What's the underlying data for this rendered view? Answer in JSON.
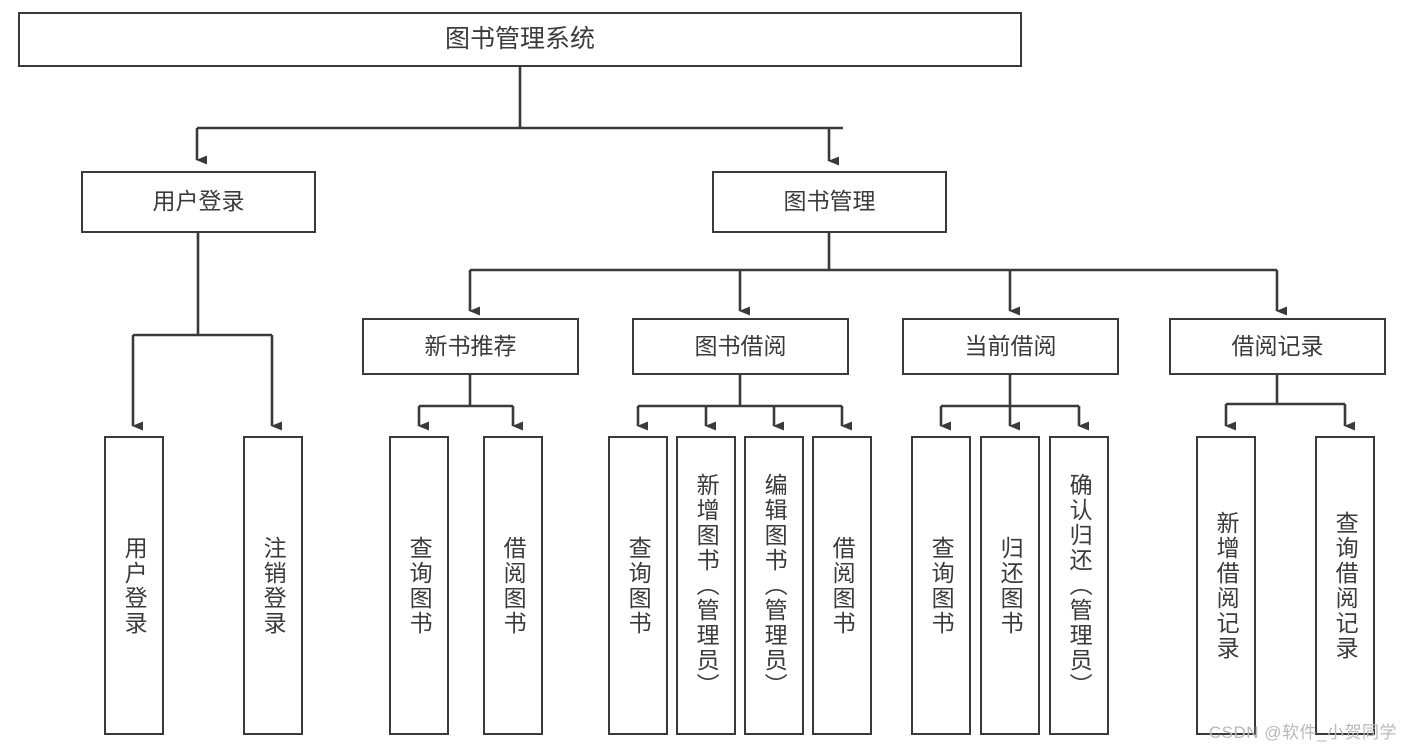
{
  "diagram": {
    "title": "图书管理系统",
    "type": "hierarchy-tree",
    "colors": {
      "box_border": "#3a3a3a",
      "box_fill": "#ffffff",
      "edge": "#3a3a3a",
      "text": "#3b3b3b",
      "watermark": "#b9b9b9",
      "background": "#ffffff"
    },
    "nodes": {
      "root": {
        "label": "图书管理系统"
      },
      "level2": [
        {
          "id": "user-login",
          "label": "用户登录"
        },
        {
          "id": "book-management",
          "label": "图书管理"
        }
      ],
      "level3": [
        {
          "id": "new-book-recommend",
          "label": "新书推荐"
        },
        {
          "id": "book-borrow",
          "label": "图书借阅"
        },
        {
          "id": "current-borrow",
          "label": "当前借阅"
        },
        {
          "id": "borrow-record",
          "label": "借阅记录"
        }
      ],
      "leaves": [
        {
          "id": "leaf-user-login",
          "label": "用户登录",
          "parent": "user-login"
        },
        {
          "id": "leaf-user-logout",
          "label": "注销登录",
          "parent": "user-login"
        },
        {
          "id": "leaf-query-book-1",
          "label": "查询图书",
          "parent": "new-book-recommend"
        },
        {
          "id": "leaf-borrow-book-1",
          "label": "借阅图书",
          "parent": "new-book-recommend"
        },
        {
          "id": "leaf-query-book-2",
          "label": "查询图书",
          "parent": "book-borrow"
        },
        {
          "id": "leaf-add-book",
          "label": "新增图书（管理员）",
          "parent": "book-borrow"
        },
        {
          "id": "leaf-edit-book",
          "label": "编辑图书（管理员）",
          "parent": "book-borrow"
        },
        {
          "id": "leaf-borrow-book-2",
          "label": "借阅图书",
          "parent": "book-borrow"
        },
        {
          "id": "leaf-query-book-3",
          "label": "查询图书",
          "parent": "current-borrow"
        },
        {
          "id": "leaf-return-book",
          "label": "归还图书",
          "parent": "current-borrow"
        },
        {
          "id": "leaf-confirm-return",
          "label": "确认归还（管理员）",
          "parent": "current-borrow"
        },
        {
          "id": "leaf-add-record",
          "label": "新增借阅记录",
          "parent": "borrow-record"
        },
        {
          "id": "leaf-query-record",
          "label": "查询借阅记录",
          "parent": "borrow-record"
        }
      ]
    },
    "watermark": "CSDN @软件_小贺同学"
  }
}
